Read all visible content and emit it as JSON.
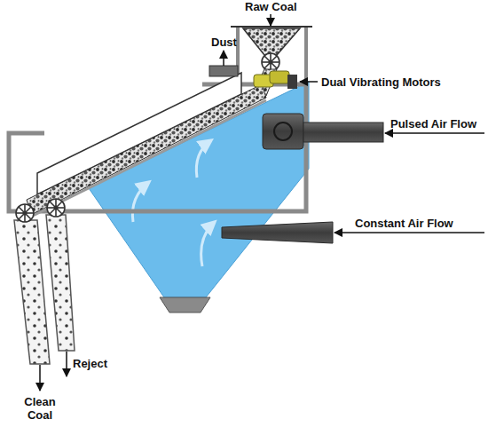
{
  "diagram": {
    "labels": [
      "Raw Coal",
      "Dust",
      "Dual Vibrating Motors",
      "Pulsed Air Flow",
      "Constant Air Flow",
      "Reject",
      "Clean Coal"
    ]
  }
}
